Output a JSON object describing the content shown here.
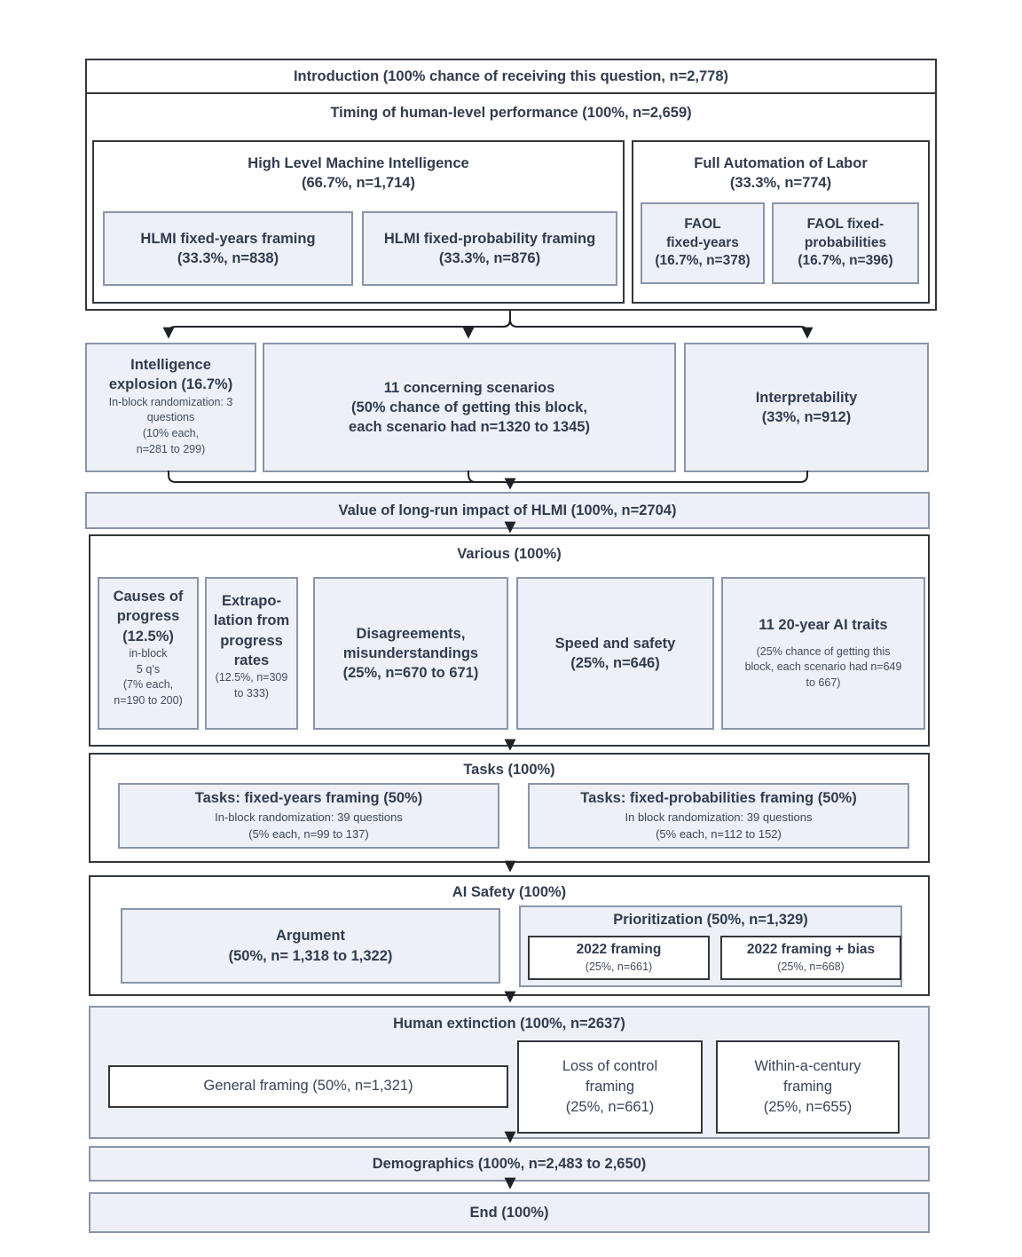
{
  "title": "Survey structure flow diagram",
  "colors": {
    "box_fill": "#edf0f6",
    "box_border": "#8995ab",
    "dark_border": "#2b2e31",
    "text": "#313c50",
    "arrow": "#1e2226",
    "background": "#ffffff"
  },
  "nodes": {
    "introduction": {
      "label": "Introduction (100% chance of receiving this question, n=2,778)"
    },
    "timing": {
      "label": "Timing of human-level performance (100%, n=2,659)"
    },
    "hlmi": {
      "title": "High Level Machine Intelligence",
      "sub": "(66.7%, n=1,714)"
    },
    "hlmi_fixed_years": {
      "title": "HLMI fixed-years framing",
      "sub": "(33.3%, n=838)"
    },
    "hlmi_fixed_probability": {
      "title": "HLMI fixed-probability framing",
      "sub": "(33.3%, n=876)"
    },
    "faol": {
      "title": "Full Automation of Labor",
      "sub": "(33.3%, n=774)"
    },
    "faol_fixed_years": {
      "title": "FAOL\nfixed-years",
      "sub": "(16.7%, n=378)"
    },
    "faol_fixed_probabilities": {
      "title": "FAOL fixed-\nprobabilities",
      "sub": "(16.7%, n=396)"
    },
    "intelligence_explosion": {
      "title": "Intelligence\nexplosion (16.7%)",
      "small": "In-block randomization: 3\nquestions\n(10% each,\nn=281 to 299)"
    },
    "concerning_scenarios": {
      "title": "11 concerning scenarios",
      "sub": "(50% chance of getting this block,\neach scenario had n=1320 to 1345)"
    },
    "interpretability": {
      "title": "Interpretability",
      "sub": "(33%, n=912)"
    },
    "value_long_run": {
      "label": "Value of long-run impact of HLMI (100%, n=2704)"
    },
    "various": {
      "label": "Various (100%)"
    },
    "causes_of_progress": {
      "title": "Causes of\nprogress\n(12.5%)",
      "small": "in-block\n5 q’s\n(7% each,\nn=190 to 200)"
    },
    "extrapolation": {
      "title": "Extrapo-\nlation from\nprogress\nrates",
      "small": "(12.5%, n=309\nto 333)"
    },
    "disagreements": {
      "title": "Disagreements,\nmisunderstandings",
      "sub": "(25%, n=670 to 671)"
    },
    "speed_and_safety": {
      "title": "Speed and safety",
      "sub": "(25%, n=646)"
    },
    "ai_traits": {
      "title": "11 20-year AI traits",
      "small": "(25% chance of getting this\nblock, each scenario had n=649\nto 667)"
    },
    "tasks": {
      "label": "Tasks (100%)"
    },
    "tasks_fixed_years": {
      "title": "Tasks: fixed-years framing (50%)",
      "small": "In-block randomization: 39 questions\n(5% each, n=99 to 137)"
    },
    "tasks_fixed_probabilities": {
      "title": "Tasks: fixed-probabilities framing (50%)",
      "small": "In block randomization: 39 questions\n(5% each, n=112 to 152)"
    },
    "ai_safety": {
      "label": "AI Safety (100%)"
    },
    "argument": {
      "title": "Argument",
      "sub": "(50%, n= 1,318 to 1,322)"
    },
    "prioritization": {
      "label": "Prioritization (50%, n=1,329)"
    },
    "framing_2022": {
      "title": "2022 framing",
      "small": "(25%, n=661)"
    },
    "framing_2022_bias": {
      "title": "2022 framing + bias",
      "small": "(25%, n=668)"
    },
    "human_extinction": {
      "label": "Human extinction (100%, n=2637)"
    },
    "general_framing": {
      "label": "General framing (50%, n=1,321)"
    },
    "loss_of_control": {
      "title": "Loss of control\nframing",
      "sub": "(25%, n=661)"
    },
    "within_a_century": {
      "title": "Within-a-century\nframing",
      "sub": "(25%, n=655)"
    },
    "demographics": {
      "label": "Demographics (100%, n=2,483 to 2,650)"
    },
    "end": {
      "label": "End (100%)"
    }
  }
}
